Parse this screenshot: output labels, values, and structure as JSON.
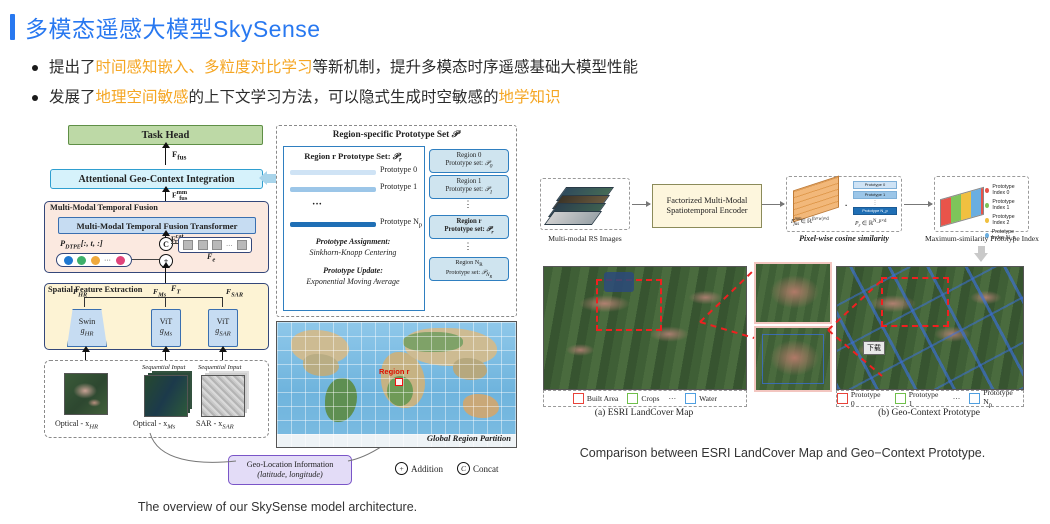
{
  "slide": {
    "title": "多模态遥感大模型SkySense",
    "accent_color": "#2878f0",
    "highlight_color": "#f5a623",
    "bullets": [
      [
        {
          "t": "提出了",
          "hl": false
        },
        {
          "t": "时间感知嵌入、多粒度对比学习",
          "hl": true
        },
        {
          "t": "等新机制，提升多模态时序遥感基础大模型性能",
          "hl": false
        }
      ],
      [
        {
          "t": "发展了",
          "hl": false
        },
        {
          "t": "地理空间敏感",
          "hl": true
        },
        {
          "t": "的上下文学习方法，可以隐式生成时空敏感的",
          "hl": false
        },
        {
          "t": "地学知识",
          "hl": true
        }
      ]
    ]
  },
  "figure_left": {
    "caption": "The overview of our SkySense model architecture.",
    "task_head": "Task Head",
    "geo_context_integration": "Attentional Geo-Context Integration",
    "arrow_label_fus": "F",
    "arrow_label_fus_sub": "fus",
    "arrow_label_fus_mm": "mm",
    "mm_temporal_fusion": "Multi-Modal Temporal Fusion",
    "mm_transformer": "Multi-Modal Temporal Fusion Transformer",
    "f_t_cat": "F",
    "dtpe_label": "P",
    "dtpe_sub": "DTPE",
    "dtpe_idx": "[:, t, :]",
    "fe_label": "F",
    "fe_sub": "e",
    "spatial_feature_extraction": "Spatial Feature Extraction",
    "f_t": "F",
    "f_t_sub": "T",
    "branches": [
      {
        "feat": "F",
        "feat_sub": "HR",
        "enc": "Swin",
        "enc_g": "g",
        "enc_sub": "HR",
        "input": "Optical - x",
        "input_sub": "HR",
        "seq": ""
      },
      {
        "feat": "F",
        "feat_sub": "Ms",
        "enc": "ViT",
        "enc_g": "g",
        "enc_sub": "Ms",
        "input": "Optical - x",
        "input_sub": "Ms",
        "seq": "Sequential Input"
      },
      {
        "feat": "F",
        "feat_sub": "SAR",
        "enc": "ViT",
        "enc_g": "g",
        "enc_sub": "SAR",
        "input": "SAR - x",
        "input_sub": "SAR",
        "seq": "Sequential Input"
      }
    ],
    "geo_location": {
      "line1": "Geo-Location Information",
      "line2": "(latitude, longitude)"
    },
    "ops": [
      {
        "sym": "+",
        "label": "Addition"
      },
      {
        "sym": "C",
        "label": "Concat"
      }
    ],
    "prototype_panel": {
      "title": "Region-specific Prototype Set",
      "title_sym": "P",
      "left_title": "Region r Prototype Set:",
      "left_title_sym": "P_r",
      "prototypes": [
        {
          "label": "Prototype 0",
          "color": "#cfe3f5",
          "width": 86
        },
        {
          "label": "Prototype 1",
          "color": "#9cc6e8",
          "width": 86
        },
        {
          "label": "···",
          "color": "",
          "width": 0
        },
        {
          "label": "Prototype N",
          "label_sub": "p",
          "color": "#1f6fb5",
          "width": 86
        }
      ],
      "assignment_title": "Prototype Assignment:",
      "assignment_value": "Sinkhorn-Knopp Centering",
      "update_title": "Prototype Update:",
      "update_value": "Exponential Moving Average",
      "regions": [
        {
          "l1": "Region 0",
          "l2": "Prototype set:",
          "sym": "P0",
          "bold": false
        },
        {
          "l1": "Region 1",
          "l2": "Prototype set:",
          "sym": "P1",
          "bold": false
        },
        {
          "l1": "⋮",
          "l2": "",
          "sym": "",
          "bold": false
        },
        {
          "l1": "Region r",
          "l2": "Prototype set:",
          "sym": "Pr",
          "bold": true
        },
        {
          "l1": "⋮",
          "l2": "",
          "sym": "",
          "bold": false
        },
        {
          "l1": "Region N",
          "l1_sub": "R",
          "l2": "Prototype set:",
          "sym": "PNR",
          "bold": false
        }
      ]
    },
    "map": {
      "tag": "Global Region Partition",
      "region_marker": "Region r"
    }
  },
  "figure_right": {
    "caption": "Comparison between ESRI LandCover Map and Geo−Context Prototype.",
    "pipeline": {
      "input_label": "Multi-modal RS Images",
      "encoder": "Factorized Multi-Modal Spatiotemporal Encoder",
      "similarity_label": "Pixel-wise cosine similarity",
      "feat_tensor": "F",
      "feat_tensor_sup": "mm",
      "feat_tensor_sub": "fus",
      "feat_tensor_space": "∈ ℝ",
      "feat_tensor_dim": "(h×w)×d",
      "proto_tensor": "P",
      "proto_tensor_sub": "r",
      "proto_tensor_dim": "N_p×d",
      "proto_items": [
        "Prototype 0",
        "Prototype 1",
        "⋮",
        "Prototype N_p"
      ],
      "output_label": "Maximum-similarity Prototype Index",
      "index_legend": [
        {
          "label": "Prototype Index 0",
          "color": "#e8544a"
        },
        {
          "label": "Prototype Index 1",
          "color": "#7ec45a"
        },
        {
          "label": "Prototype Index 2",
          "color": "#f0c040"
        },
        {
          "label": "Prototype Index N_p",
          "color": "#6aaee0"
        }
      ]
    },
    "panel_a": {
      "sublabel": "(a) ESRI LandCover Map",
      "legend": [
        {
          "label": "Built Area",
          "color": "#e8433a"
        },
        {
          "label": "Crops",
          "color": "#6fbf4a"
        },
        {
          "label": "···",
          "color": ""
        },
        {
          "label": "Water",
          "color": "#4f9fe0"
        }
      ]
    },
    "panel_b": {
      "sublabel": "(b) Geo-Context Prototype",
      "overlay_tag": "下载",
      "legend": [
        {
          "label": "Prototype 0",
          "color": "#e8433a"
        },
        {
          "label": "Prototype 1",
          "color": "#6fbf4a"
        },
        {
          "label": "···",
          "color": ""
        },
        {
          "label": "Prototype N",
          "label_sub": "p",
          "color": "#4f9fe0"
        }
      ]
    }
  }
}
